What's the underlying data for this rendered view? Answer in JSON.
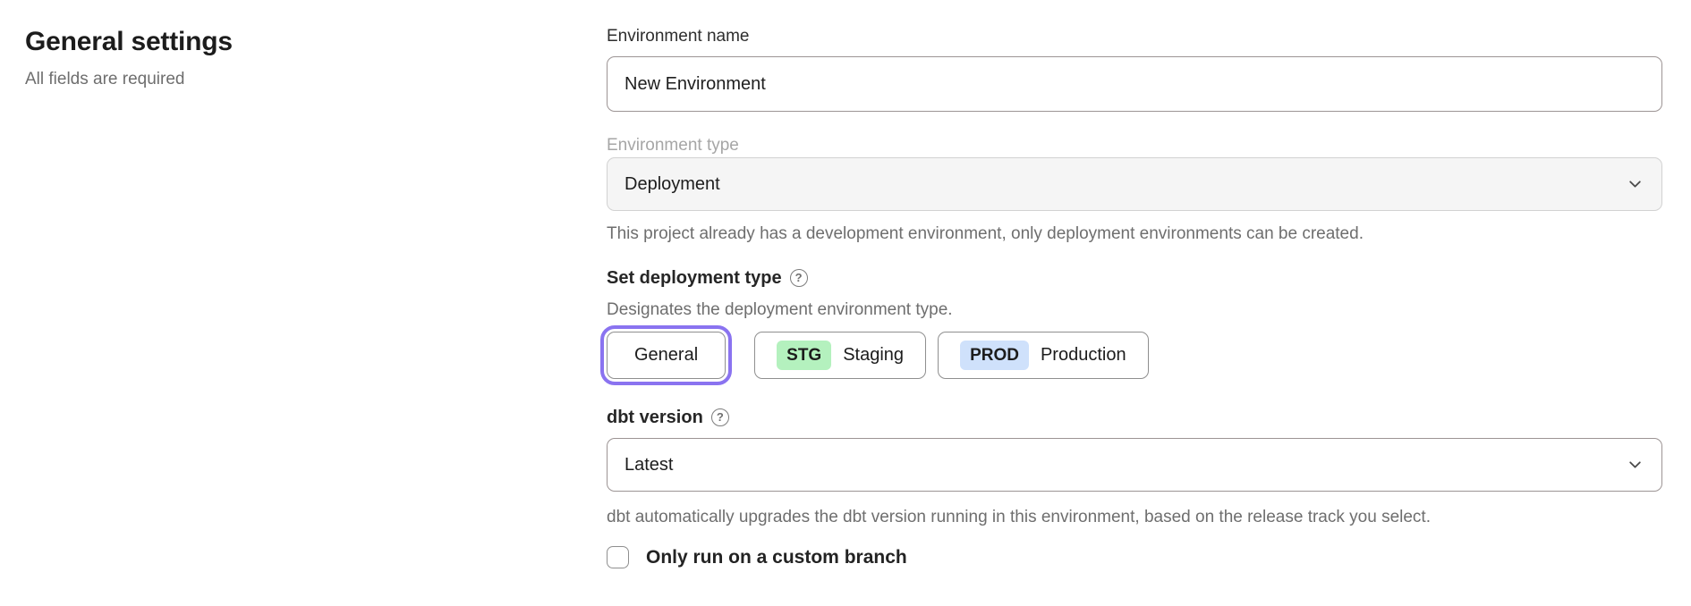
{
  "header": {
    "title": "General settings",
    "subtitle": "All fields are required"
  },
  "form": {
    "environment_name": {
      "label": "Environment name",
      "value": "New Environment"
    },
    "environment_type": {
      "label": "Environment type",
      "value": "Deployment",
      "disabled": true,
      "helper": "This project already has a development environment, only deployment environments can be created."
    },
    "deployment_type": {
      "label": "Set deployment type",
      "description": "Designates the deployment environment type.",
      "options": [
        {
          "label": "General",
          "badge": "",
          "selected": true
        },
        {
          "label": "Staging",
          "badge": "STG",
          "selected": false
        },
        {
          "label": "Production",
          "badge": "PROD",
          "selected": false
        }
      ]
    },
    "dbt_version": {
      "label": "dbt version",
      "value": "Latest",
      "helper": "dbt automatically upgrades the dbt version running in this environment, based on the release track you select."
    },
    "custom_branch": {
      "label": "Only run on a custom branch",
      "checked": false
    }
  },
  "icons": {
    "help": "?"
  },
  "colors": {
    "selected_ring": "#8a73f0",
    "staging_badge_bg": "#b4f1be",
    "production_badge_bg": "#cfe1fb",
    "disabled_field_bg": "#f5f5f5"
  }
}
